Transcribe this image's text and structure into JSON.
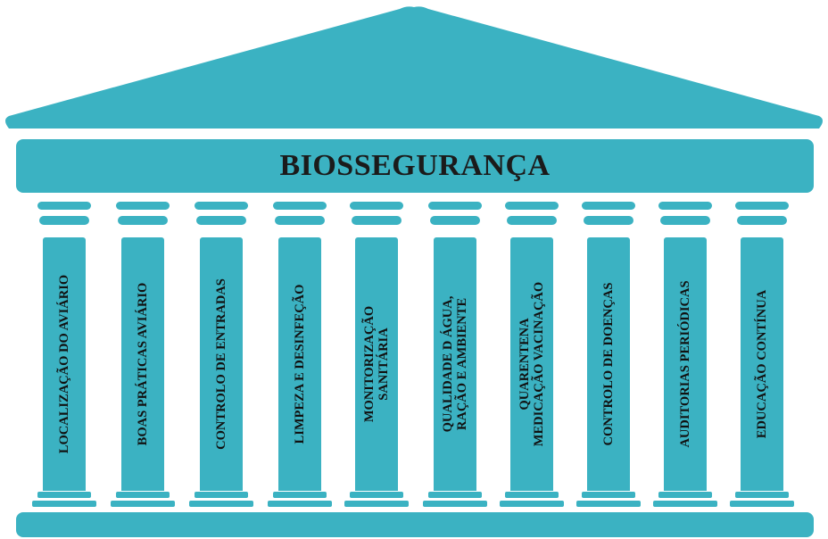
{
  "title": "BIOSSEGURANÇA",
  "color": "#3bb2c2",
  "pillars": [
    {
      "lines": [
        "LOCALIZAÇÃO DO AVIÁRIO"
      ]
    },
    {
      "lines": [
        "BOAS PRÁTICAS AVIÁRIO"
      ]
    },
    {
      "lines": [
        "CONTROLO DE ENTRADAS"
      ]
    },
    {
      "lines": [
        "LIMPEZA E DESINFEÇÃO"
      ]
    },
    {
      "lines": [
        "MONITORIZAÇÃO",
        "SANITÁRIA"
      ]
    },
    {
      "lines": [
        "QUALIDADE D ÁGUA,",
        "RAÇÃO E AMBIENTE"
      ]
    },
    {
      "lines": [
        "QUARENTENA",
        "MEDICAÇÃO VACINAÇÃO"
      ]
    },
    {
      "lines": [
        "CONTROLO DE DOENÇAS"
      ]
    },
    {
      "lines": [
        "AUDITORIAS PERIÓDICAS"
      ]
    },
    {
      "lines": [
        "EDUCAÇÃO CONTÍNUA"
      ]
    }
  ]
}
